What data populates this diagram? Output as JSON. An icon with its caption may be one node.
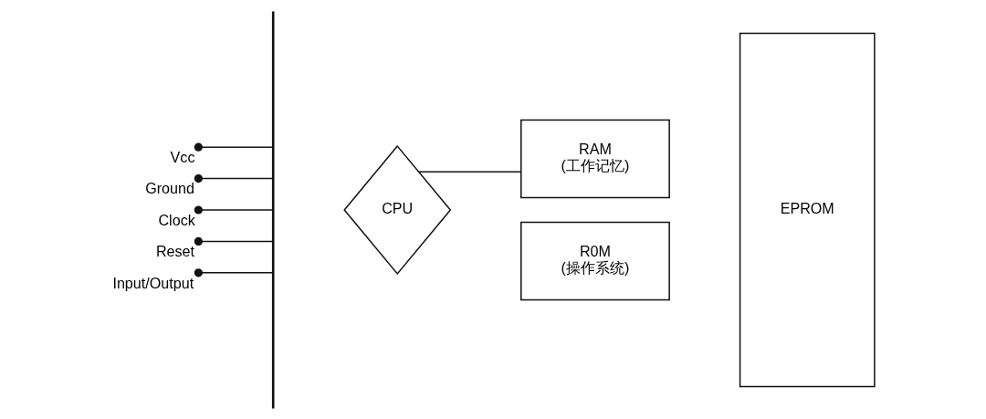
{
  "diagram": {
    "nodes": [
      {
        "text": [
          "Vcc"
        ]
      },
      {
        "text": [
          "Ground"
        ]
      },
      {
        "text": [
          "Clock"
        ]
      },
      {
        "text": [
          "Reset"
        ]
      },
      {
        "text": [
          "Input/Output"
        ]
      },
      {
        "text": [],
        "shape": "bar"
      },
      {
        "text": [
          "RAM",
          "(工作记忆)"
        ]
      },
      {
        "text": [
          "CPU"
        ]
      },
      {
        "text": [
          "R0M",
          "(操作系统)"
        ]
      },
      {
        "text": [
          "EPROM"
        ]
      }
    ],
    "edges": [
      {
        "from": 0,
        "to": 5,
        "arrow": "none"
      },
      {
        "from": 1,
        "to": 5,
        "arrow": "none"
      },
      {
        "from": 2,
        "to": 5,
        "arrow": "none"
      },
      {
        "from": 3,
        "to": 5,
        "arrow": "none"
      },
      {
        "from": 4,
        "to": 5,
        "arrow": "none"
      },
      {
        "from": 7,
        "to": 6,
        "arrow": "none"
      }
    ]
  }
}
